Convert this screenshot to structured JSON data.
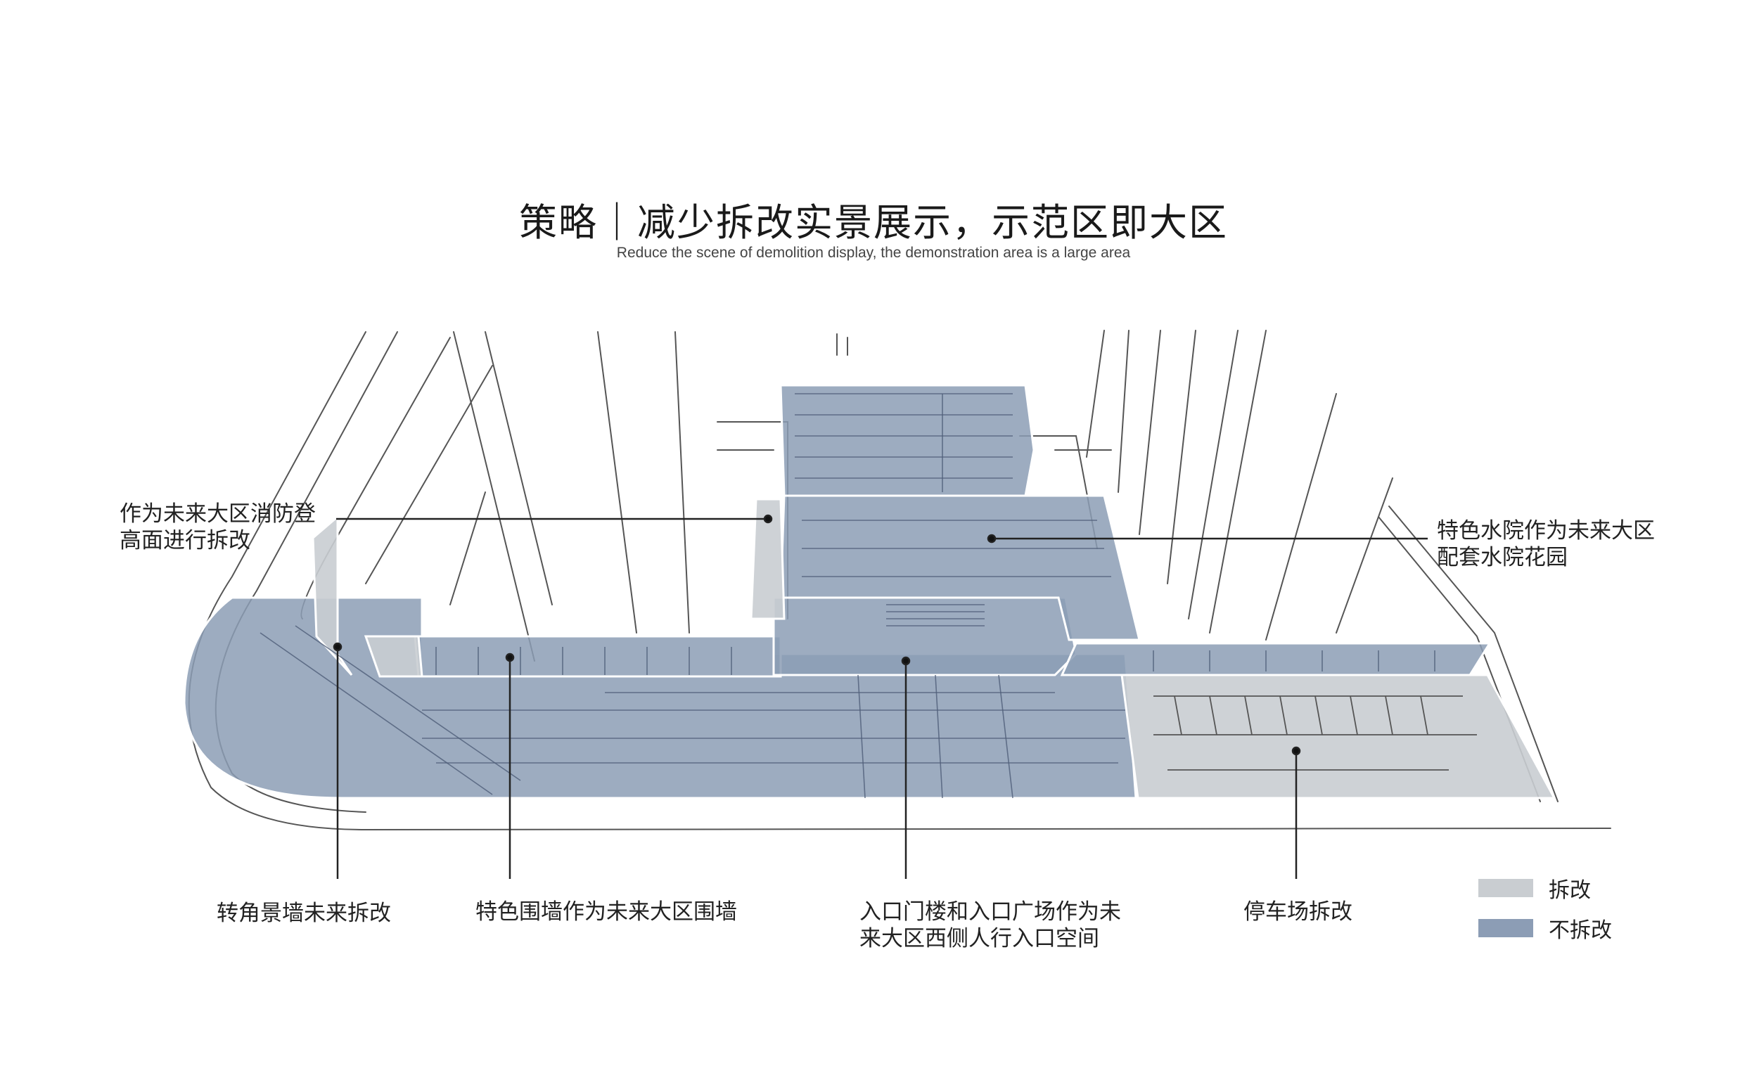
{
  "header": {
    "title": "策略｜减少拆改实景展示，示范区即大区",
    "subtitle": "Reduce the scene of demolition display, the demonstration area is a large area"
  },
  "callouts": {
    "fire_access": {
      "line1": "作为未来大区消防登",
      "line2": "高面进行拆改"
    },
    "water_court": {
      "line1": "特色水院作为未来大区",
      "line2": "配套水院花园"
    },
    "corner_wall": {
      "line1": "转角景墙未来拆改"
    },
    "feature_wall": {
      "line1": "特色围墙作为未来大区围墙"
    },
    "entrance": {
      "line1": "入口门楼和入口广场作为未",
      "line2": "来大区西侧人行入口空间"
    },
    "parking": {
      "line1": "停车场拆改"
    }
  },
  "legend": {
    "demolish": {
      "label": "拆改",
      "color": "#c9cdd1"
    },
    "keep": {
      "label": "不拆改",
      "color": "#8c9db5"
    }
  }
}
